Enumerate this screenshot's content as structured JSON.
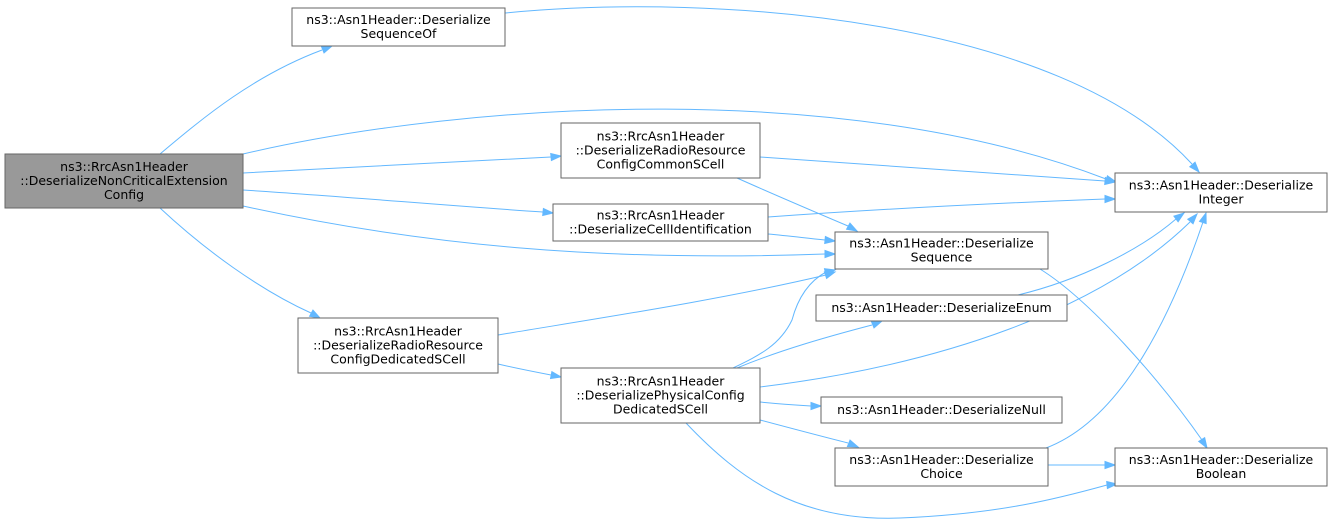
{
  "graph": {
    "edge_color": "#63b8ff",
    "root_fill": "#999999",
    "node_fill": "#ffffff",
    "nodes": [
      {
        "id": "root",
        "lines": [
          "ns3::RrcAsn1Header",
          "::DeserializeNonCriticalExtension",
          "Config"
        ],
        "root": true
      },
      {
        "id": "seqof",
        "lines": [
          "ns3::Asn1Header::Deserialize",
          "SequenceOf"
        ]
      },
      {
        "id": "rrcommon",
        "lines": [
          "ns3::RrcAsn1Header",
          "::DeserializeRadioResource",
          "ConfigCommonSCell"
        ]
      },
      {
        "id": "cellid",
        "lines": [
          "ns3::RrcAsn1Header",
          "::DeserializeCellIdentification"
        ]
      },
      {
        "id": "rrdedicated",
        "lines": [
          "ns3::RrcAsn1Header",
          "::DeserializeRadioResource",
          "ConfigDedicatedSCell"
        ]
      },
      {
        "id": "physcfg",
        "lines": [
          "ns3::RrcAsn1Header",
          "::DeserializePhysicalConfig",
          "DedicatedSCell"
        ]
      },
      {
        "id": "sequence",
        "lines": [
          "ns3::Asn1Header::Deserialize",
          "Sequence"
        ]
      },
      {
        "id": "enum",
        "lines": [
          "ns3::Asn1Header::DeserializeEnum"
        ]
      },
      {
        "id": "null",
        "lines": [
          "ns3::Asn1Header::DeserializeNull"
        ]
      },
      {
        "id": "choice",
        "lines": [
          "ns3::Asn1Header::Deserialize",
          "Choice"
        ]
      },
      {
        "id": "integer",
        "lines": [
          "ns3::Asn1Header::Deserialize",
          "Integer"
        ]
      },
      {
        "id": "boolean",
        "lines": [
          "ns3::Asn1Header::Deserialize",
          "Boolean"
        ]
      }
    ],
    "edges": [
      {
        "from": "root",
        "to": "seqof"
      },
      {
        "from": "root",
        "to": "integer"
      },
      {
        "from": "root",
        "to": "rrcommon"
      },
      {
        "from": "root",
        "to": "cellid"
      },
      {
        "from": "root",
        "to": "sequence"
      },
      {
        "from": "root",
        "to": "rrdedicated"
      },
      {
        "from": "seqof",
        "to": "integer"
      },
      {
        "from": "rrcommon",
        "to": "integer"
      },
      {
        "from": "rrcommon",
        "to": "sequence"
      },
      {
        "from": "cellid",
        "to": "integer"
      },
      {
        "from": "cellid",
        "to": "sequence"
      },
      {
        "from": "rrdedicated",
        "to": "sequence"
      },
      {
        "from": "rrdedicated",
        "to": "physcfg"
      },
      {
        "from": "physcfg",
        "to": "sequence"
      },
      {
        "from": "physcfg",
        "to": "enum"
      },
      {
        "from": "physcfg",
        "to": "integer"
      },
      {
        "from": "physcfg",
        "to": "null"
      },
      {
        "from": "physcfg",
        "to": "choice"
      },
      {
        "from": "physcfg",
        "to": "boolean"
      },
      {
        "from": "sequence",
        "to": "boolean"
      },
      {
        "from": "enum",
        "to": "integer"
      },
      {
        "from": "choice",
        "to": "integer"
      },
      {
        "from": "choice",
        "to": "boolean"
      }
    ]
  }
}
